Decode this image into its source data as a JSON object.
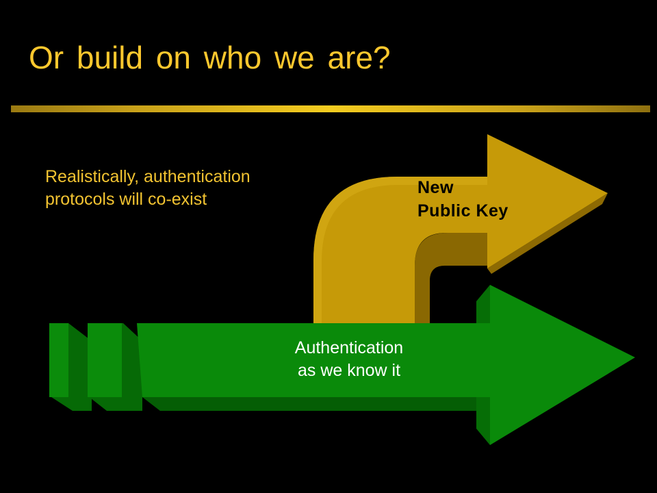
{
  "slide": {
    "title": "Or build on who we are?",
    "note": {
      "line1": "Realistically, authentication",
      "line2": "protocols will co-exist"
    }
  },
  "arrows": {
    "public_key": {
      "line1": "New",
      "line2": "Public Key"
    },
    "existing": {
      "line1": "Authentication",
      "line2": "as we know it"
    }
  },
  "colors": {
    "background": "#000000",
    "title": "#FFC82E",
    "gold_arrow": "#C89A05",
    "green_arrow": "#0A8A0A"
  }
}
